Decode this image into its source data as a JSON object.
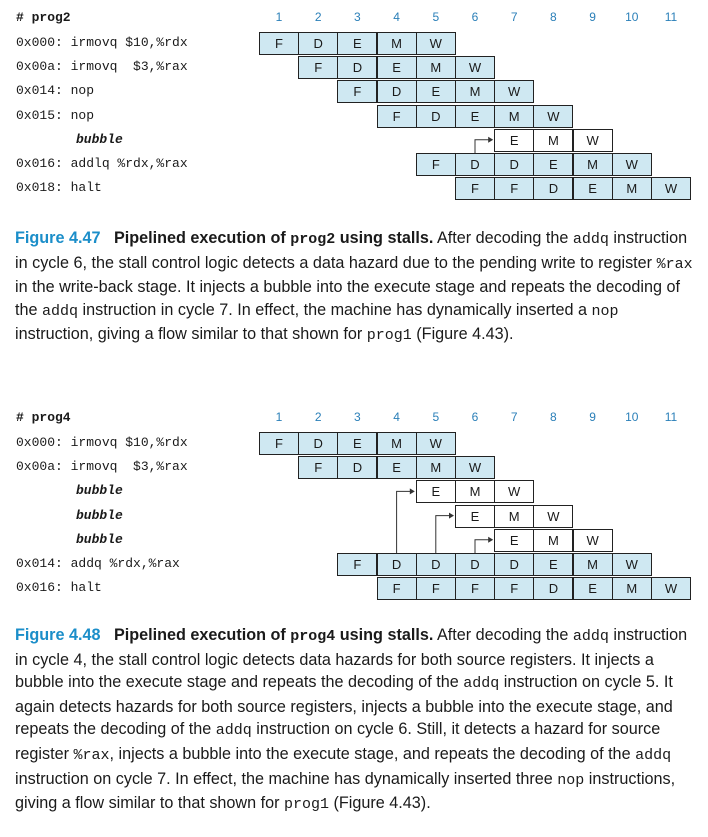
{
  "cycle_numbers": [
    "1",
    "2",
    "3",
    "4",
    "5",
    "6",
    "7",
    "8",
    "9",
    "10",
    "11"
  ],
  "fig47": {
    "prog_title": "# prog2",
    "rows": [
      {
        "label": "0x000: irmovq $10,%rdx",
        "start": 1,
        "stages": [
          "F",
          "D",
          "E",
          "M",
          "W"
        ]
      },
      {
        "label": "0x00a: irmovq  $3,%rax",
        "start": 2,
        "stages": [
          "F",
          "D",
          "E",
          "M",
          "W"
        ]
      },
      {
        "label": "0x014: nop",
        "start": 3,
        "stages": [
          "F",
          "D",
          "E",
          "M",
          "W"
        ]
      },
      {
        "label": "0x015: nop",
        "start": 4,
        "stages": [
          "F",
          "D",
          "E",
          "M",
          "W"
        ]
      },
      {
        "label": "bubble",
        "bubble": true,
        "start": 7,
        "stages": [
          "E",
          "M",
          "W"
        ],
        "bubble_open": true
      },
      {
        "label": "0x016: addlq %rdx,%rax",
        "start": 5,
        "stages": [
          "F",
          "D",
          "D",
          "E",
          "M",
          "W"
        ]
      },
      {
        "label": "0x018: halt",
        "start": 6,
        "stages": [
          "F",
          "F",
          "D",
          "E",
          "M",
          "W"
        ]
      }
    ],
    "caption": {
      "label": "Figure 4.47",
      "title_a": "Pipelined execution of ",
      "title_code": "prog2",
      "title_b": " using stalls.",
      "p1": " After decoding the ",
      "c1": "addq",
      "p2": " instruction in cycle 6, the stall control logic detects a data hazard due to the pending write to register ",
      "c2": "%rax",
      "p3": " in the write-back stage. It injects a bubble into the execute stage and repeats the decoding of the ",
      "c3": "addq",
      "p4": " instruction in cycle 7. In effect, the machine has dynamically inserted a ",
      "c4": "nop",
      "p5": " instruction, giving a flow similar to that shown for ",
      "c5": "prog1",
      "p6": " (Figure 4.43)."
    }
  },
  "fig48": {
    "prog_title": "# prog4",
    "rows": [
      {
        "label": "0x000: irmovq $10,%rdx",
        "start": 1,
        "stages": [
          "F",
          "D",
          "E",
          "M",
          "W"
        ]
      },
      {
        "label": "0x00a: irmovq  $3,%rax",
        "start": 2,
        "stages": [
          "F",
          "D",
          "E",
          "M",
          "W"
        ]
      },
      {
        "label": "bubble",
        "bubble": true,
        "start": 5,
        "stages": [
          "E",
          "M",
          "W"
        ],
        "bubble_open": true
      },
      {
        "label": "bubble",
        "bubble": true,
        "start": 6,
        "stages": [
          "E",
          "M",
          "W"
        ],
        "bubble_open": true
      },
      {
        "label": "bubble",
        "bubble": true,
        "start": 7,
        "stages": [
          "E",
          "M",
          "W"
        ],
        "bubble_open": true
      },
      {
        "label": "0x014: addq %rdx,%rax",
        "start": 3,
        "stages": [
          "F",
          "D",
          "D",
          "D",
          "D",
          "E",
          "M",
          "W"
        ]
      },
      {
        "label": "0x016: halt",
        "start": 4,
        "stages": [
          "F",
          "F",
          "F",
          "F",
          "D",
          "E",
          "M",
          "W"
        ]
      }
    ],
    "caption": {
      "label": "Figure 4.48",
      "title_a": "Pipelined execution of ",
      "title_code": "prog4",
      "title_b": " using stalls.",
      "p1": " After decoding the ",
      "c1": "addq",
      "p2": " instruction in cycle 4, the stall control logic detects data hazards for both source registers. It injects a bubble into the execute stage and repeats the decoding of the ",
      "c2": "addq",
      "p3": " instruction on cycle 5. It again detects hazards for both source registers, injects a bubble into the execute stage, and repeats the decoding of the ",
      "c3": "addq",
      "p4": " instruction on cycle 6. Still, it detects a hazard for source register ",
      "c4": "%rax",
      "p5": ", injects a bubble into the execute stage, and repeats the decoding of the ",
      "c5": "addq",
      "p6": " instruction on cycle 7. In effect, the machine has dynamically inserted three ",
      "c6": "nop",
      "p7": " instructions, giving a flow similar to that shown for ",
      "c7": "prog1",
      "p8": " (Figure 4.43)."
    }
  }
}
